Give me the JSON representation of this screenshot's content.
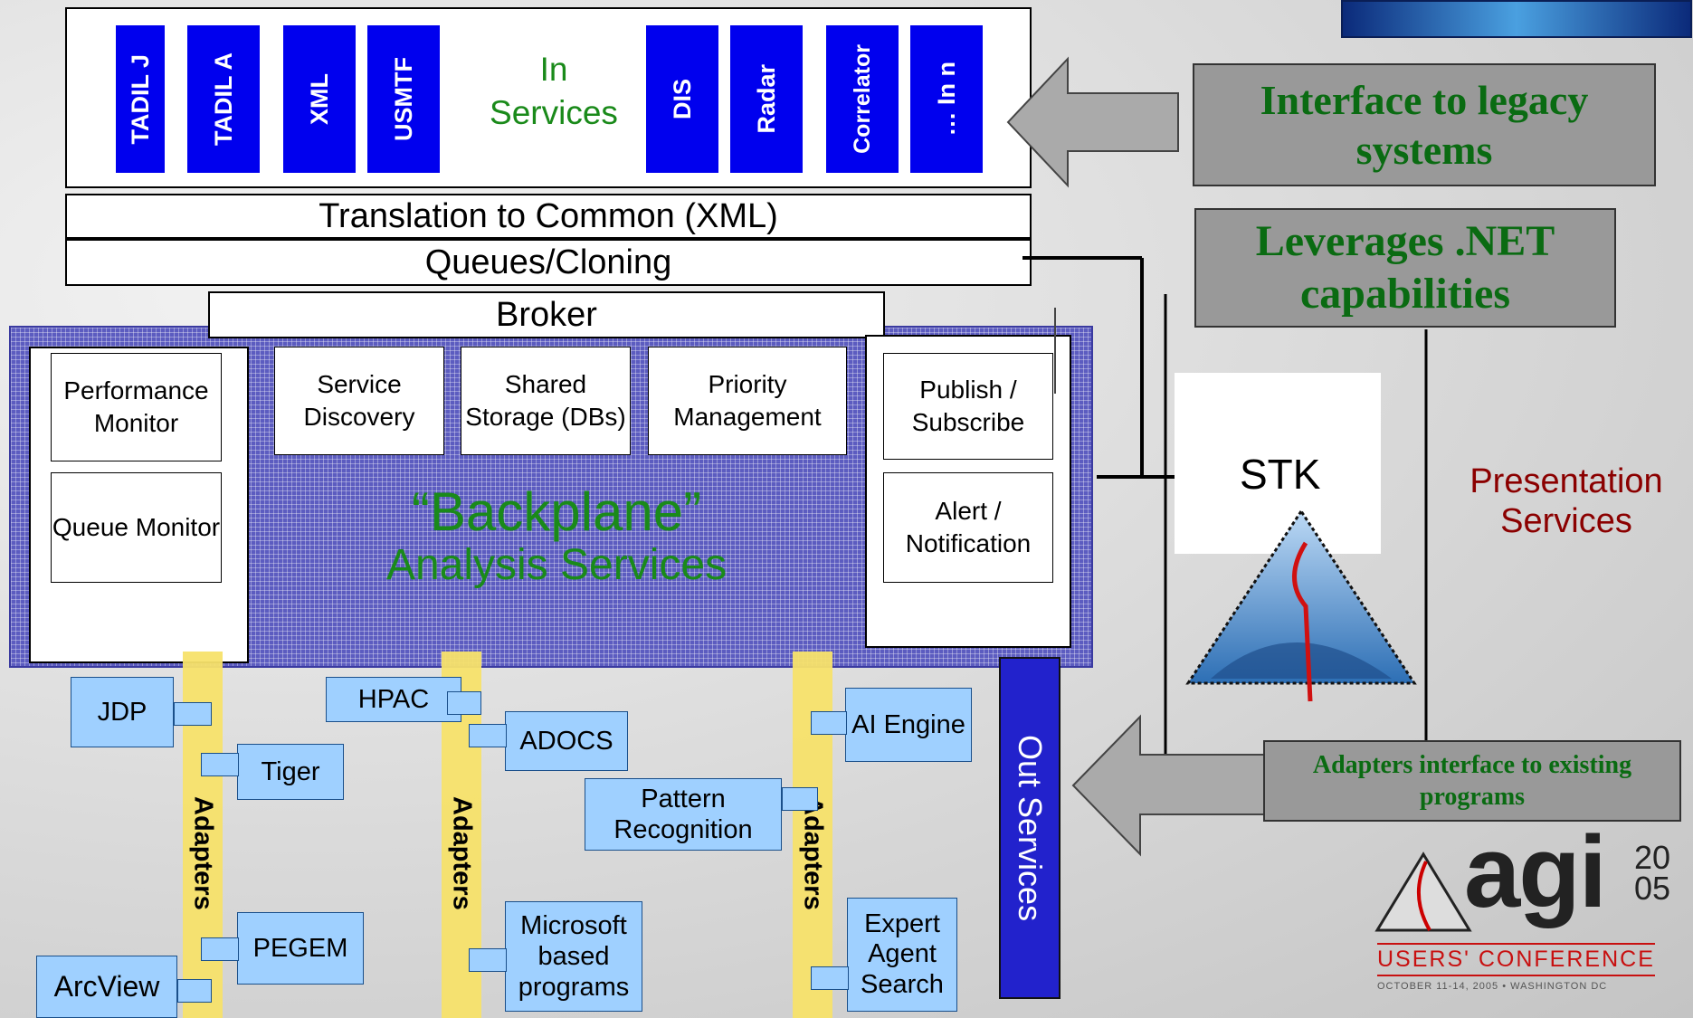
{
  "in_services": {
    "title_line1": "In",
    "title_line2": "Services",
    "left_items": [
      "TADIL J",
      "TADIL A",
      "XML",
      "USMTF"
    ],
    "right_items": [
      "DIS",
      "Radar",
      "Correlator",
      "… In n"
    ]
  },
  "translation": "Translation to Common (XML)",
  "queues": "Queues/Cloning",
  "broker": "Broker",
  "backplane": {
    "title": "“Backplane”",
    "subtitle": "Analysis Services",
    "performance_monitor": "Performance Monitor",
    "queue_monitor": "Queue Monitor",
    "service_discovery": "Service Discovery",
    "shared_storage": "Shared Storage (DBs)",
    "priority_management": "Priority Management",
    "publish_subscribe": "Publish / Subscribe",
    "alert_notification": "Alert / Notification"
  },
  "adapters_label": "Adapters",
  "adapter_groups": {
    "group1": [
      "JDP",
      "Tiger",
      "PEGEM",
      "ArcView"
    ],
    "group2": [
      "HPAC",
      "ADOCS",
      "Microsoft based programs"
    ],
    "group3": [
      "AI Engine",
      "Pattern Recognition",
      "Expert Agent Search"
    ]
  },
  "out_services": "Out Services",
  "stk": "STK",
  "presentation_services": "Presentation Services",
  "callouts": {
    "legacy": "Interface to legacy systems",
    "dotnet": "Leverages .NET capabilities",
    "adapters": "Adapters interface to existing programs"
  },
  "logo": {
    "brand": "agi",
    "year_top": "20",
    "year_bottom": "05",
    "conference": "USERS' CONFERENCE",
    "date_location": "OCTOBER 11-14, 2005 • WASHINGTON DC"
  },
  "colors": {
    "in_service_blue": "#0000ee",
    "backplane_purple": "#5c5cc0",
    "adapter_yellow": "#f7e26a",
    "adapter_box_blue": "#9fd0ff",
    "callout_green": "#0a6b12",
    "presentation_red": "#8b0000"
  }
}
